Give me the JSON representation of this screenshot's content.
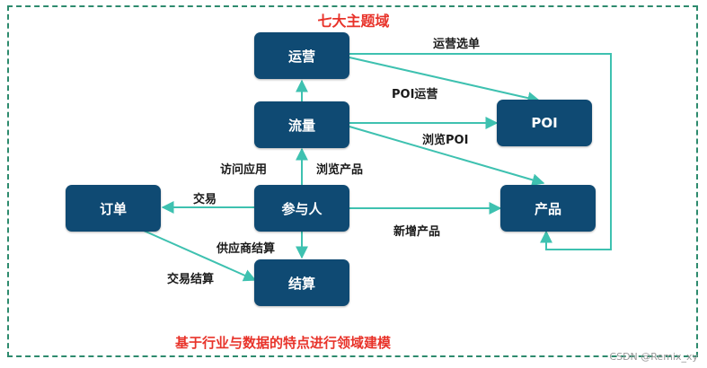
{
  "title": "七大主题域",
  "footer": "基于行业与数据的特点进行领域建模",
  "watermark": "CSDN @Remix_xy",
  "colors": {
    "node": "#0f4a73",
    "edge": "#3ec1b0",
    "title": "#e8332a",
    "frame": "#2e8b6e"
  },
  "nodes": {
    "yunying": "运营",
    "liuliang": "流量",
    "poi": "POI",
    "dingdan": "订单",
    "canyuren": "参与人",
    "chanpin": "产品",
    "jiesuan": "结算"
  },
  "edges": {
    "yunying_xuandan": "运营选单",
    "poi_yunying": "POI运营",
    "liulan_poi": "浏览POI",
    "fangwen_yingyong": "访问应用",
    "liulan_chanpin": "浏览产品",
    "jiaoyi": "交易",
    "xinzeng_chanpin": "新增产品",
    "gongyingshang_jiesuan": "供应商结算",
    "jiaoyi_jiesuan": "交易结算"
  }
}
